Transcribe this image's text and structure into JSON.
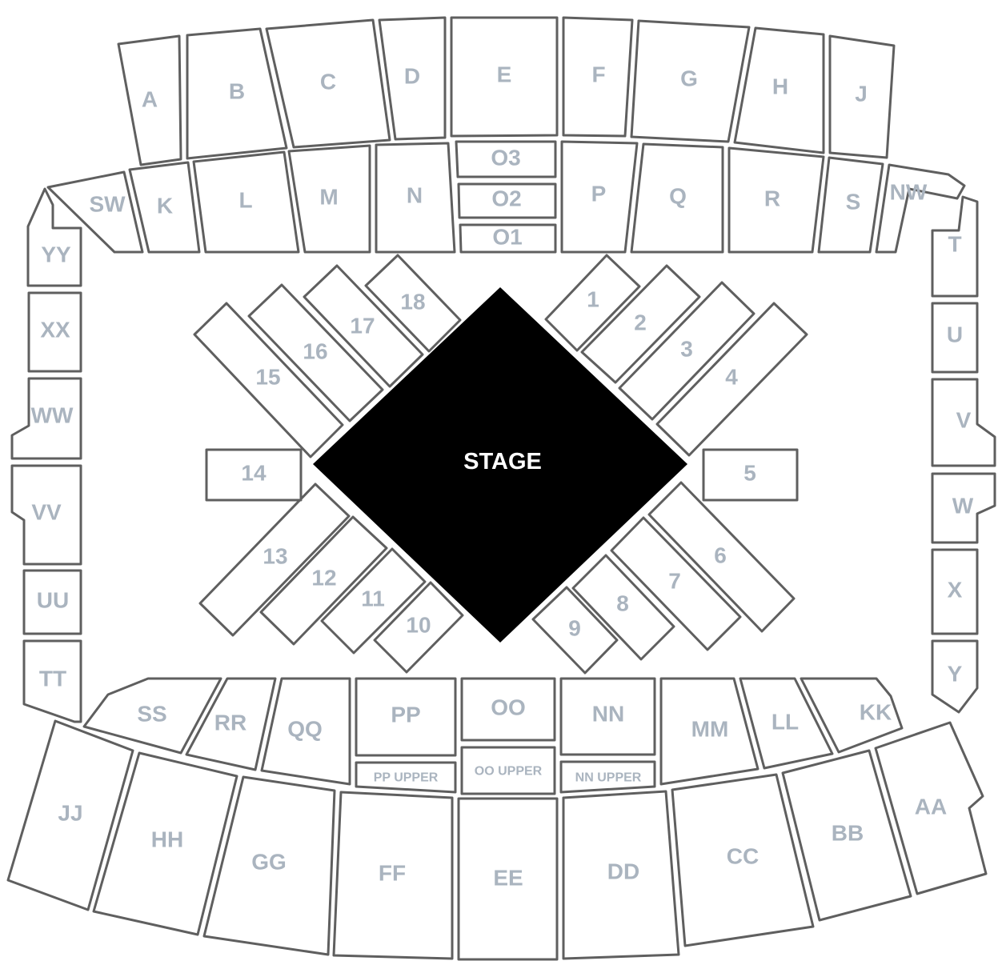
{
  "stage": {
    "label": "STAGE",
    "color": "#000000"
  },
  "colors": {
    "outline": "#5f5f5f",
    "label": "#aab4bf",
    "fill": "#ffffff"
  },
  "sections": {
    "A": "A",
    "B": "B",
    "C": "C",
    "D": "D",
    "E": "E",
    "F": "F",
    "G": "G",
    "H": "H",
    "J": "J",
    "SW": "SW",
    "K": "K",
    "L": "L",
    "M": "M",
    "N": "N",
    "O3": "O3",
    "O2": "O2",
    "O1": "O1",
    "P": "P",
    "Q": "Q",
    "R": "R",
    "S": "S",
    "NW": "NW",
    "YY": "YY",
    "XX": "XX",
    "WW": "WW",
    "VV": "VV",
    "UU": "UU",
    "TT": "TT",
    "T": "T",
    "U": "U",
    "V": "V",
    "W": "W",
    "X": "X",
    "Y": "Y",
    "s1": "1",
    "s2": "2",
    "s3": "3",
    "s4": "4",
    "s5": "5",
    "s6": "6",
    "s7": "7",
    "s8": "8",
    "s9": "9",
    "s10": "10",
    "s11": "11",
    "s12": "12",
    "s13": "13",
    "s14": "14",
    "s15": "15",
    "s16": "16",
    "s17": "17",
    "s18": "18",
    "SS": "SS",
    "RR": "RR",
    "QQ": "QQ",
    "PP": "PP",
    "OO": "OO",
    "NN": "NN",
    "MM": "MM",
    "LL": "LL",
    "KK": "KK",
    "PPU": "PP UPPER",
    "OOU": "OO UPPER",
    "NNU": "NN UPPER",
    "JJ": "JJ",
    "HH": "HH",
    "GG": "GG",
    "FF": "FF",
    "EE": "EE",
    "DD": "DD",
    "CC": "CC",
    "BB": "BB",
    "AA": "AA"
  }
}
